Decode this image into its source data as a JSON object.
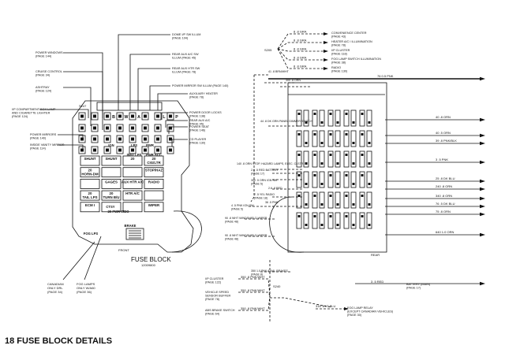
{
  "page_title": "18  FUSE BLOCK DETAILS",
  "fuse_block": {
    "label": "FUSE BLOCK",
    "part_number": "12009800",
    "front_label": "FRONT",
    "canadian_note": "CANADIAN\nONLY DRL\n(PAGE 34)",
    "fog_note": "FOG LAMPS\nONLY W/A60\n(PAGE 36)",
    "fuse_rows": [
      {
        "y": 1,
        "cells": [
          "",
          "",
          "B",
          "W",
          "A",
          "",
          "L",
          "P"
        ]
      },
      {
        "y": 2,
        "cells": [
          "",
          "",
          "",
          "",
          "",
          "",
          "",
          ""
        ]
      },
      {
        "y": 3,
        "cells": [
          "",
          "",
          "",
          "",
          "",
          "",
          "",
          ""
        ]
      },
      {
        "y": 4,
        "cells": [
          "",
          "",
          "",
          "",
          "",
          "",
          "",
          ""
        ]
      }
    ],
    "grid_labels": [
      [
        "SHUNT",
        "SHUNT",
        "20",
        "20\nCIG/LTR"
      ],
      [
        "20\nHORN-DM",
        "",
        "",
        "STOP/HAZ"
      ],
      [
        "",
        "GAGES",
        "AUX HTR A/C",
        "RADIO"
      ],
      [
        "20\nTAIL LPS",
        "20\nTURN B/U",
        "HTR A/C",
        ""
      ],
      [
        "ECM I",
        "",
        "",
        "WIPER"
      ]
    ],
    "row_labels": [
      "IGN",
      "LPS",
      "PWR",
      "INST LPS",
      "PWR ACC",
      "CTSY",
      "20 PWR WDO",
      "BRAKE",
      "FOG LPS"
    ]
  },
  "left_callouts": [
    {
      "text": "POWER WINDOWS\n(PAGE 144)"
    },
    {
      "text": "CRUISE CONTROL\n(PAGE 34)"
    },
    {
      "text": "ASHTRAY\n(PAGE 124)"
    },
    {
      "text": "I/P COMPARTMENT BOX LAMP\nAND CIGARETTE LIGHTER\n(PAGE 124)"
    },
    {
      "text": "POWER MIRRORS\n(PAGE 140)"
    },
    {
      "text": "INSIDE VANITY MIRROR\n(PAGE 114)"
    }
  ],
  "top_callouts": [
    {
      "text": "DOME I/P SW ILLUM\n(PAGE 104)"
    },
    {
      "text": "REAR AUX A/C SW\nILLUM (PAGE 45)"
    },
    {
      "text": "REAR AUX HTR SW\nILLUM (PAGE 78)"
    },
    {
      "text": "POWER MIRROR SW ILLUM (PAGE 140)"
    },
    {
      "text": "AUXILIARY HEATER\n(PAGE 78)"
    },
    {
      "text": "POWER DOOR LOCKS\n(PAGE 138)"
    },
    {
      "text": "REAR AUX A/C\n(PAGE 45)"
    },
    {
      "text": "POWER SEAT\n(PAGE 146)"
    },
    {
      "text": "CD PLAYER\n(PAGE 130)"
    }
  ],
  "right_top_callouts": [
    {
      "wire": "8 .8 GRA",
      "text": "CONVENIENCE CENTER\n(PAGE 43)"
    },
    {
      "wire": "8 .8 GRA",
      "text": "HEATER A/C I ILLUMINATION\n(PAGE 78)"
    },
    {
      "wire": "8 .8 GRA",
      "text": "I/P CLUSTER\n(PAGE 118)"
    },
    {
      "wire": "8 .8 GRA",
      "text": "FOG LAMP SWITCH ILLUMINATION\n(PAGE 38)"
    },
    {
      "wire": "8 .8 GRA",
      "text": "RADIO\n(PAGE 130)"
    }
  ],
  "splice_label": "S205",
  "wire_labels_right": [
    "40 .8 ORN",
    "40 .5 ORN",
    "39 .8 PNK/BLK",
    "3 .5 PNK",
    "25 .8 DK BLU",
    "240 .8 ORN",
    "340 .8 ORN",
    "76 .5 DK BLU",
    "75 .8 ORN",
    "640 1.0 ORN"
  ],
  "wire_labels_left": [
    "41 .8 BRN/WHT",
    "300 .8 ORN",
    "44 .8 DK GRN PANEL DIMMER SWITCH",
    "140 .8 ORN  STOP, HAZARD LAMPS, ELEC. CLSTR",
    "2.6 .5 RED  BATTERY\n(PAGE 17)",
    "300 .5 ORN  IGN SW\n(PAGE 5)",
    "2.6 .8 RED",
    "2 .5 YEL  RADIO\n(PAGE 18)",
    "36 .5 PNK",
    "4 .5 PNK  IGN SW\n(PAGE 5)",
    "90 .8 WHT  WINDSHIELD WIPER\n(PAGE 48)",
    "90 .8 WHT  WINDSHIELD WIPER\n(PAGE 48)",
    "350 1.0 PNK  AXIAL BRAKES\n(PAGE 8)"
  ],
  "bottom_right_callouts": [
    {
      "text": "I/P CLUSTER\n(PAGE 122)",
      "wire": "350 .8 PNK/WHT"
    },
    {
      "text": "VEHICLE SPEED\nSENSOR BUFFER\n(PAGE 78)",
      "wire": "350 .8 PNK/WHT"
    },
    {
      "text": "ABS BRAKE SWITCH\n(PAGE 64)",
      "wire": "350 .8 PNK/WHT"
    },
    {
      "text": "FOG LAMP RELAY\n(EXCEPT CANADIAN VEHICLES)\n(PAGE 30)",
      "wire": "316 .8 LT BLU"
    },
    {
      "text": "BATTERY (MAIN)\n(PAGE 17)",
      "wire": "3 .5 RED"
    },
    {
      "text": "REAR",
      "wire": ""
    }
  ],
  "s240_label": "S240",
  "s147_label": "S147"
}
